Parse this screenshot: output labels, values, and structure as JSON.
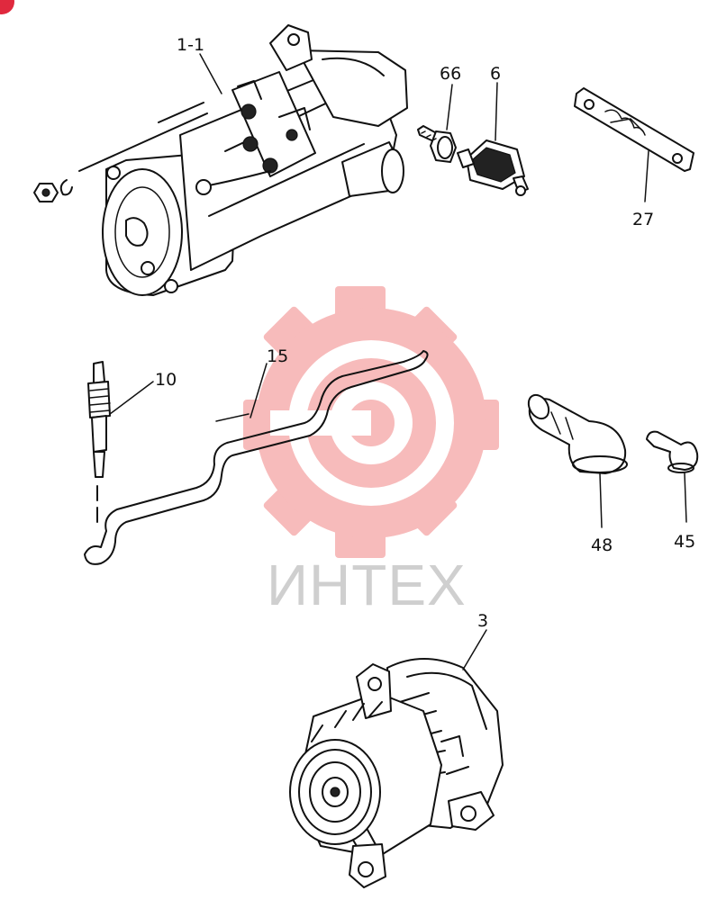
{
  "watermark": {
    "text": "ИНТЕХ",
    "color": "#f4a0a0"
  },
  "corner_badge": {
    "color": "#e0293e"
  },
  "callouts": {
    "starter": "1-1",
    "bolt": "66",
    "switch": "6",
    "plate": "27",
    "glow_plug": "10",
    "connector": "15",
    "hose_boot": "48",
    "cap": "45",
    "alternator": "3"
  }
}
